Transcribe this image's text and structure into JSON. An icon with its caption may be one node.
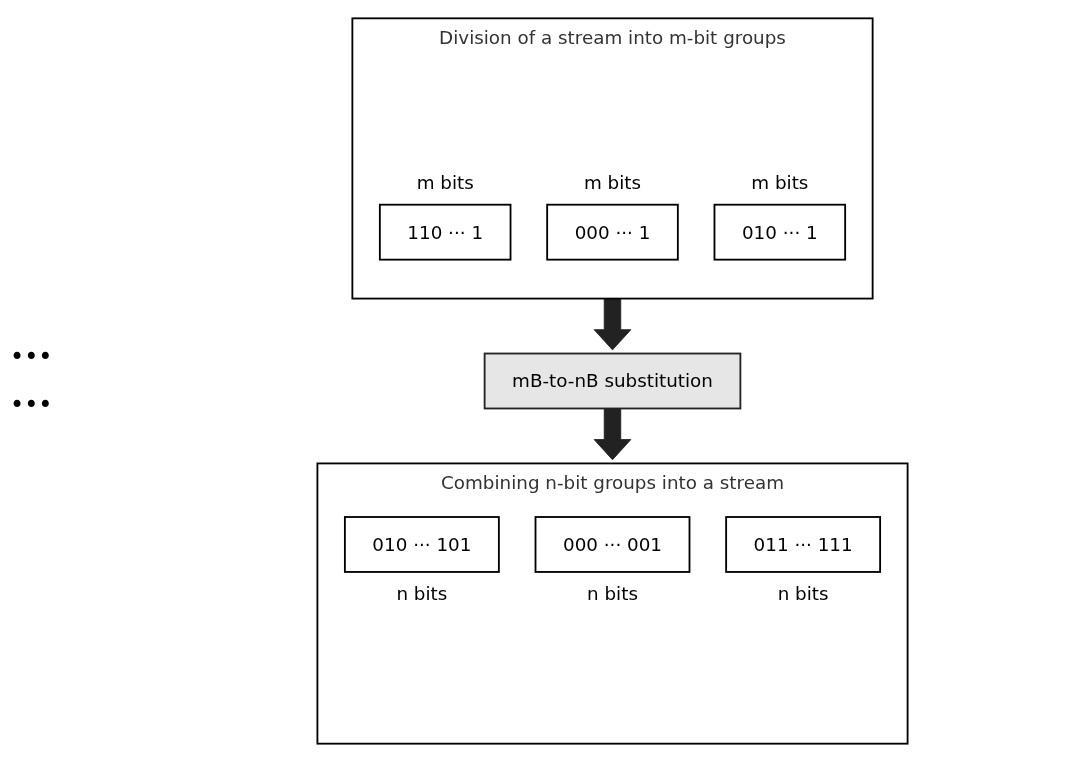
{
  "diagram": {
    "nodes": [
      {
        "text": [
          "Division of a stream into m-bit groups"
        ]
      },
      {
        "text": [
          "110 ··· 1"
        ],
        "in": 0,
        "beside": [
          "m bits"
        ]
      },
      {
        "text": [
          "000 ··· 1"
        ],
        "in": 0,
        "beside": [
          "m bits"
        ]
      },
      {
        "text": [
          "010 ··· 1"
        ],
        "in": 0,
        "beside": [
          "m bits"
        ]
      },
      {
        "text": [
          "mB-to-nB substitution"
        ]
      },
      {
        "text": [
          "Combining n-bit groups into a stream"
        ]
      },
      {
        "text": [
          "010 ··· 101"
        ],
        "in": 5,
        "beside": [
          "n bits"
        ]
      },
      {
        "text": [
          "000 ··· 001"
        ],
        "in": 5,
        "beside": [
          "n bits"
        ]
      },
      {
        "text": [
          "011 ··· 111"
        ],
        "in": 5,
        "beside": [
          "n bits"
        ]
      }
    ],
    "edges": [
      {
        "from": 0,
        "to": 4,
        "arrow": "to",
        "style": "thick"
      },
      {
        "from": 4,
        "to": 5,
        "arrow": "to",
        "style": "thick"
      }
    ],
    "labels": [
      "•••",
      "•••"
    ]
  }
}
